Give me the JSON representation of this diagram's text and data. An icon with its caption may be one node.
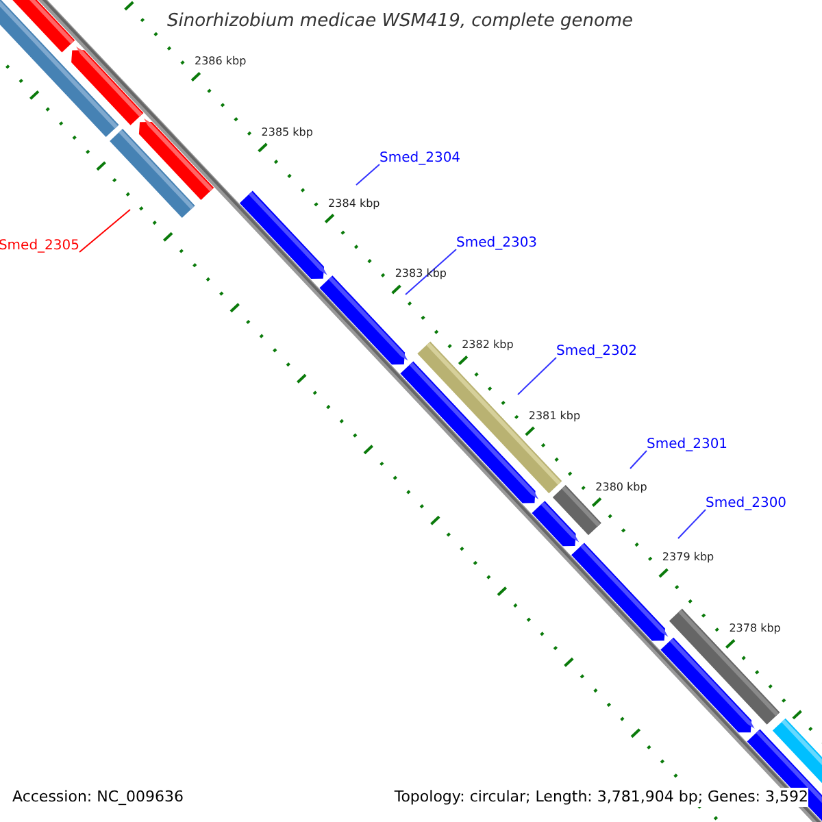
{
  "diagram": {
    "title": "Sinorhizobium medicae WSM419, complete genome",
    "nodes": [
      {
        "text": [
          "Smed_2304"
        ]
      },
      {
        "text": [
          "Smed_2303"
        ]
      },
      {
        "text": [
          "Smed_2302"
        ]
      },
      {
        "text": [
          "Smed_2301"
        ]
      },
      {
        "text": [
          "Smed_2300"
        ]
      },
      {
        "text": [
          "Smed_2305"
        ]
      }
    ],
    "edges": [
      {
        "from": 0,
        "to": null,
        "arrow": "none"
      },
      {
        "from": 1,
        "to": null,
        "arrow": "none"
      },
      {
        "from": 2,
        "to": null,
        "arrow": "none"
      },
      {
        "from": 3,
        "to": null,
        "arrow": "none"
      },
      {
        "from": 4,
        "to": null,
        "arrow": "none"
      },
      {
        "from": 5,
        "to": null,
        "arrow": "none",
        "color": "#ff0000"
      }
    ],
    "labels": [
      "2386 kbp",
      "2385 kbp",
      "2384 kbp",
      "2383 kbp",
      "2382 kbp",
      "2381 kbp",
      "2380 kbp",
      "2379 kbp",
      "2378 kbp",
      "Accession: NC_009636",
      "Topology: circular; Length: 3,781,904 bp; Genes: 3,592"
    ]
  }
}
